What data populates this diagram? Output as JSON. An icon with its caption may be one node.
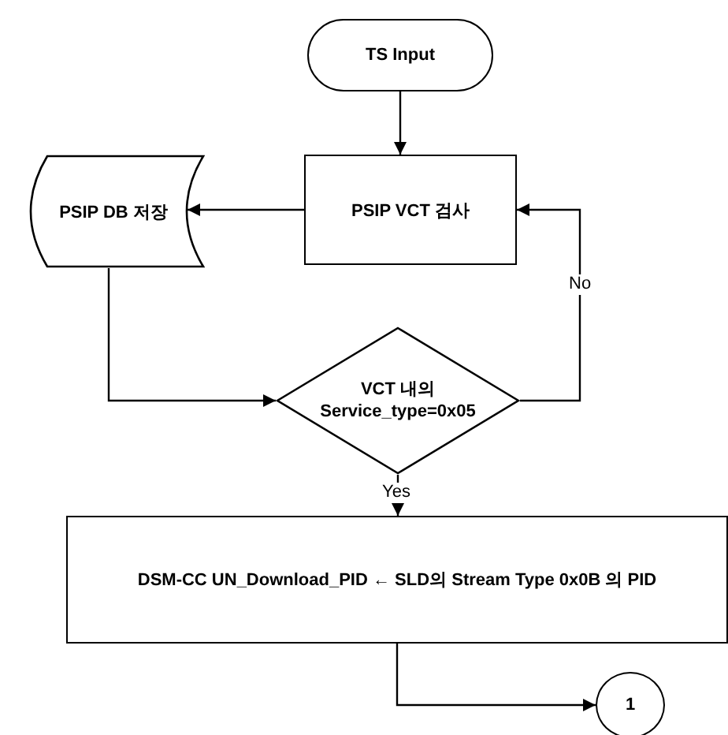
{
  "diagram": {
    "nodes": [
      {
        "text": [
          "TS Input"
        ]
      },
      {
        "text": [
          "PSIP VCT 검사"
        ]
      },
      {
        "text": [
          "PSIP DB 저장"
        ]
      },
      {
        "text": [
          "VCT 내의 Service_type=0x05"
        ]
      },
      {
        "text": [
          "DSM-CC UN_Download_PID ← SLD의 Stream Type 0x0B 의 PID"
        ]
      },
      {
        "text": [
          "1"
        ]
      }
    ],
    "edges": [
      {
        "from": 0,
        "to": 1,
        "arrow": "to"
      },
      {
        "from": 1,
        "to": 2,
        "arrow": "to"
      },
      {
        "from": 2,
        "to": 3,
        "arrow": "to"
      },
      {
        "from": 3,
        "to": 1,
        "arrow": "to",
        "label": "No"
      },
      {
        "from": 3,
        "to": 4,
        "arrow": "to",
        "label": "Yes"
      },
      {
        "from": 4,
        "to": 5,
        "arrow": "to"
      }
    ]
  }
}
